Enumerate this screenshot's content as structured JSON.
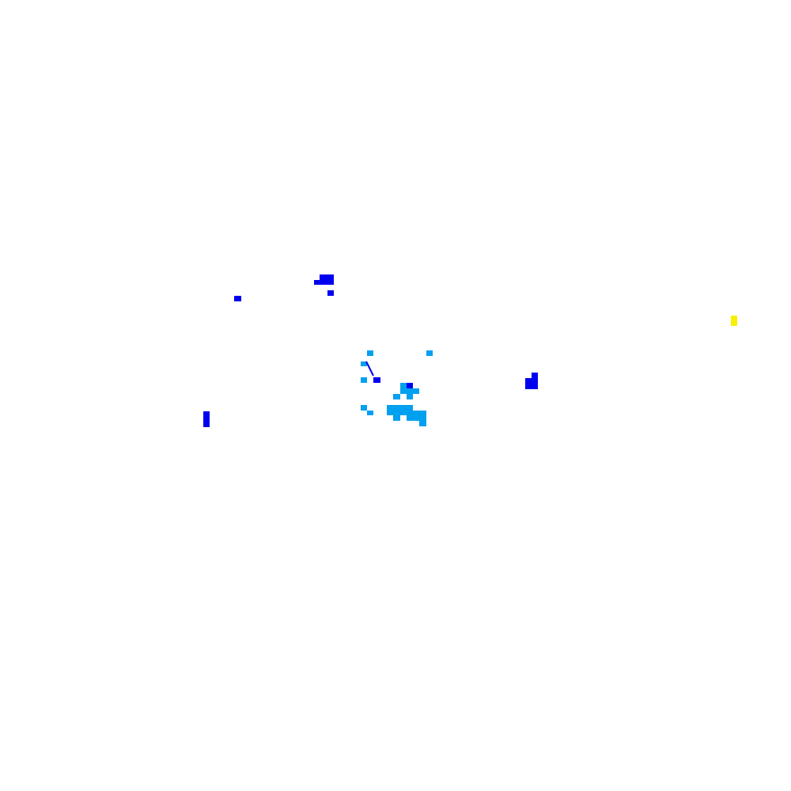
{
  "canvas": {
    "background": "#ffffff"
  },
  "palette": {
    "blue": "#0000f0",
    "cyan": "#00a0f0",
    "yellow": "#f8f000"
  },
  "blobs": [
    {
      "name": "blue-blob-top-cluster",
      "color": "blue"
    },
    {
      "name": "blue-dot-small-top",
      "color": "blue"
    },
    {
      "name": "blue-dot-left",
      "color": "blue"
    },
    {
      "name": "blue-bar-lower-left",
      "color": "blue"
    },
    {
      "name": "blue-blob-right",
      "color": "blue"
    },
    {
      "name": "yellow-dot-far-right",
      "color": "yellow"
    },
    {
      "name": "cyan-cluster-center",
      "color": "cyan"
    }
  ]
}
